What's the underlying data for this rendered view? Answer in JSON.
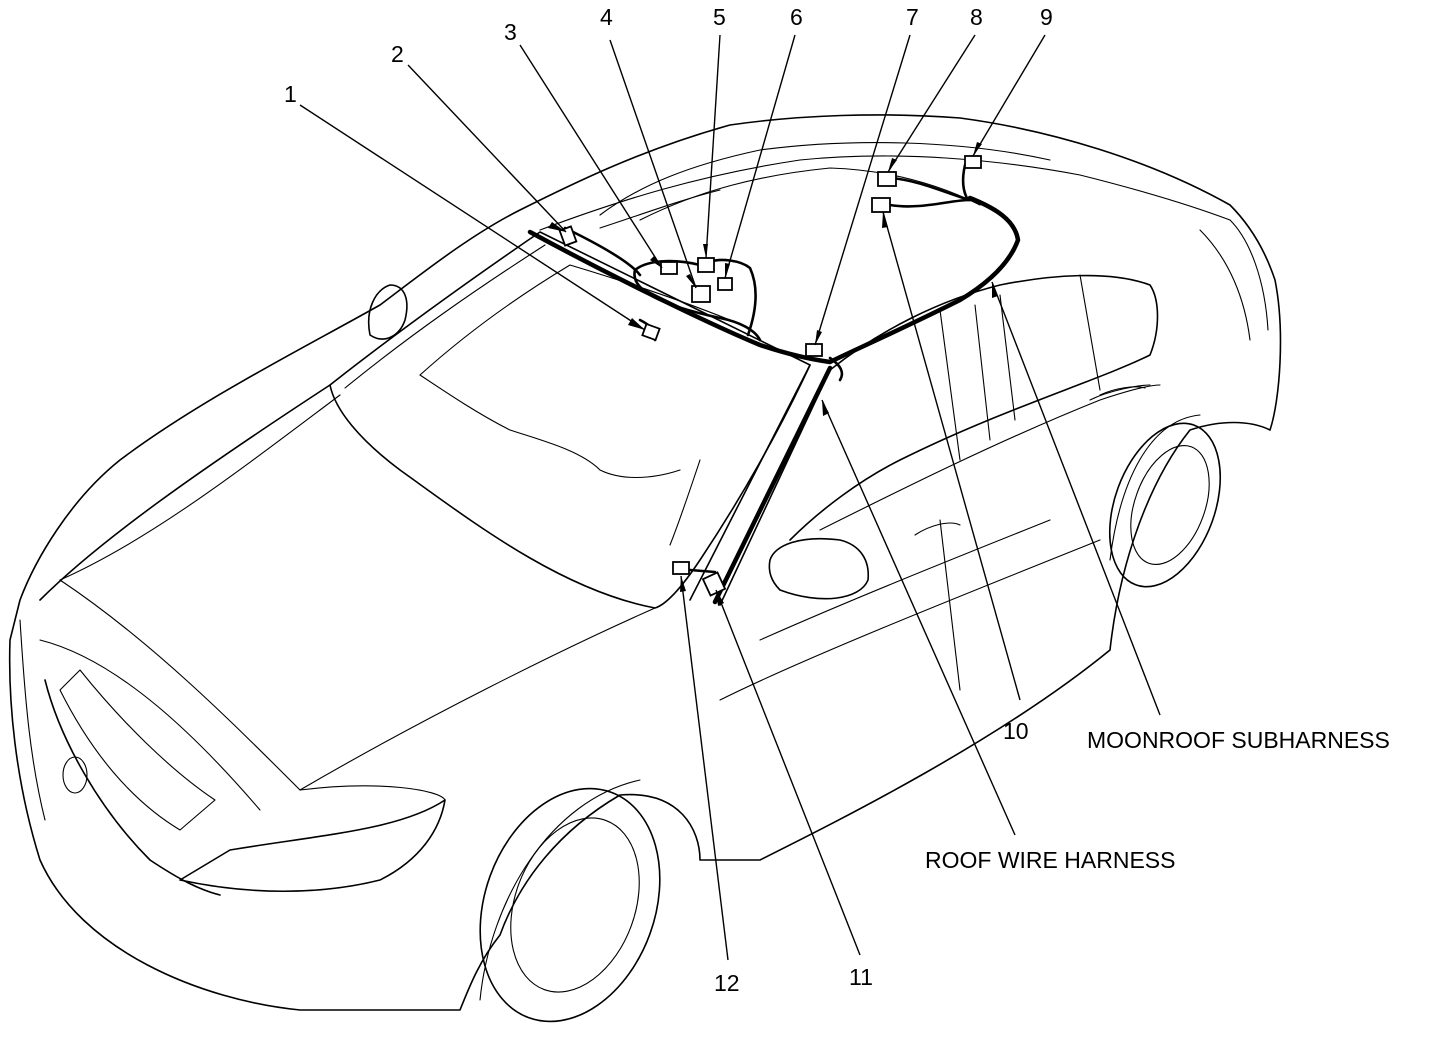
{
  "callouts": [
    "1",
    "2",
    "3",
    "4",
    "5",
    "6",
    "7",
    "8",
    "9",
    "10",
    "11",
    "12"
  ],
  "labels": {
    "moonroof_subharness": "MOONROOF SUBHARNESS",
    "roof_wire_harness": "ROOF WIRE HARNESS"
  }
}
